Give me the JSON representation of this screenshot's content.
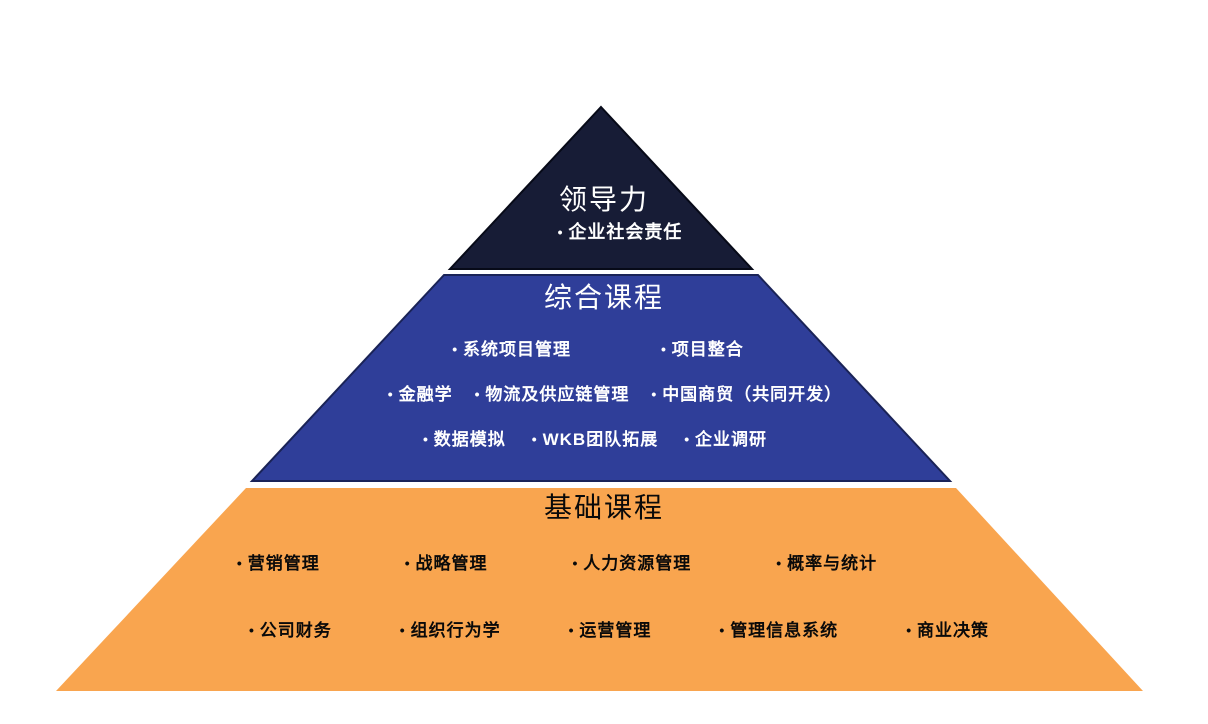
{
  "diagram": {
    "kind": "pyramid-3-tier-course-structure",
    "background_color": "#FFFFFF",
    "tiers": [
      {
        "title": "领导力",
        "fill": "#171C36",
        "stroke": "#070A18",
        "text_color": "#FFFFFF",
        "rows": [
          [
            "企业社会责任"
          ]
        ]
      },
      {
        "title": "综合课程",
        "fill": "#2F3E99",
        "stroke": "#1A2357",
        "text_color": "#FFFFFF",
        "rows": [
          [
            "系统项目管理",
            "项目整合"
          ],
          [
            "金融学",
            "物流及供应链管理",
            "中国商贸（共同开发）"
          ],
          [
            "数据模拟",
            "WKB团队拓展",
            "企业调研"
          ]
        ]
      },
      {
        "title": "基础课程",
        "fill": "#F9A54F",
        "stroke": "#F9A54F",
        "text_color": "#0A0A0A",
        "rows": [
          [
            "营销管理",
            "战略管理",
            "人力资源管理",
            "概率与统计"
          ],
          [
            "公司财务",
            "组织行为学",
            "运营管理",
            "管理信息系统",
            "商业决策"
          ]
        ]
      }
    ]
  }
}
